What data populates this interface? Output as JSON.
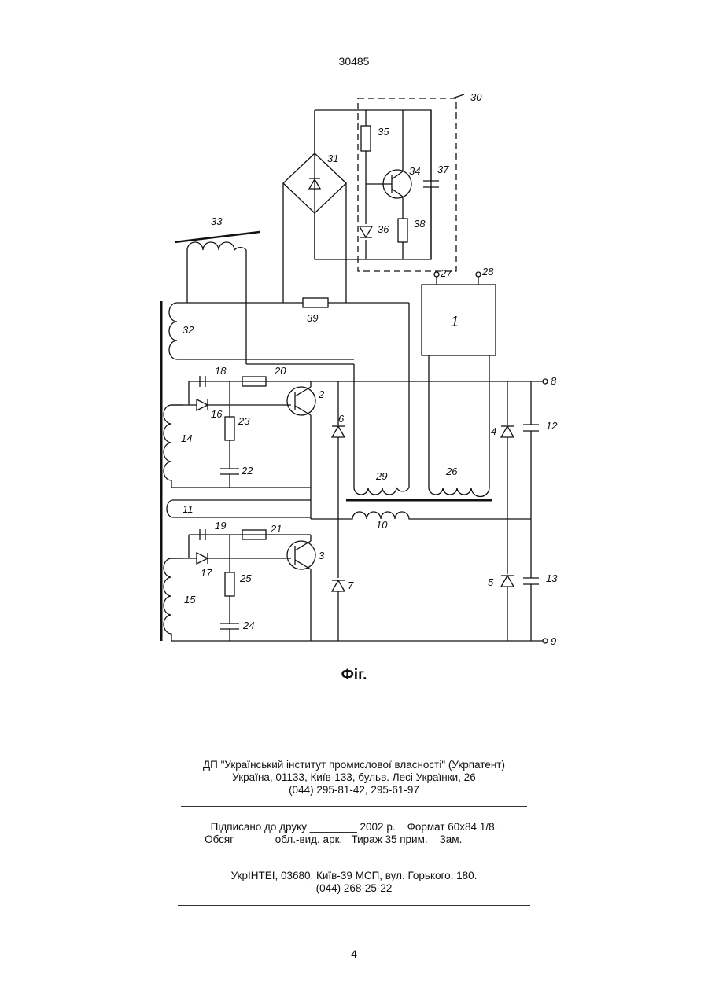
{
  "header": {
    "doc_number": "30485"
  },
  "figure": {
    "caption": "Фіг.",
    "labels": [
      "1",
      "2",
      "3",
      "4",
      "5",
      "6",
      "7",
      "8",
      "9",
      "10",
      "11",
      "12",
      "13",
      "14",
      "15",
      "16",
      "17",
      "18",
      "19",
      "20",
      "21",
      "22",
      "23",
      "24",
      "25",
      "26",
      "27",
      "28",
      "29",
      "30",
      "31",
      "32",
      "33",
      "34",
      "35",
      "36",
      "37",
      "38",
      "39"
    ]
  },
  "publisher": {
    "line1": "ДП \"Український інститут промислової власності\" (Укрпатент)",
    "line2": "Україна, 01133, Київ-133, бульв. Лесі Українки, 26",
    "line3": "(044) 295-81-42, 295-61-97"
  },
  "print_info": {
    "line1": "Підписано до друку ________ 2002 р.    Формат 60х84 1/8.",
    "line2": "Обсяг ______ обл.-вид. арк.   Тираж 35 прим.    Зам._______"
  },
  "printer": {
    "line1": "УкрІНТЕІ, 03680, Київ-39 МСП, вул. Горького, 180.",
    "line2": "(044) 268-25-22"
  },
  "footer": {
    "page_number": "4"
  }
}
